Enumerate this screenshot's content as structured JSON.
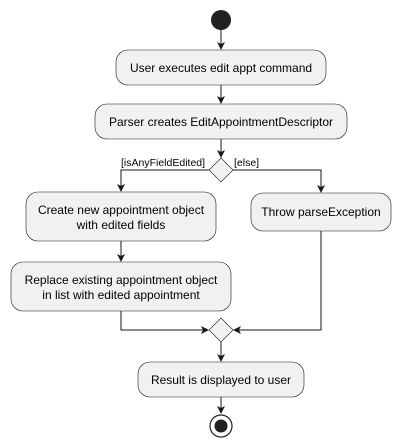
{
  "diagram": {
    "nodes": {
      "user_executes": "User executes edit appt command",
      "parser_creates": "Parser creates EditAppointmentDescriptor",
      "create_new_line1": "Create new appointment object",
      "create_new_line2": "with edited fields",
      "replace_line1": "Replace existing appointment object",
      "replace_line2": "in list with edited appointment",
      "throw_exception": "Throw parseException",
      "result_displayed": "Result is displayed to user"
    },
    "guards": {
      "if_branch": "[isAnyFieldEdited]",
      "else_branch": "[else]"
    },
    "colors": {
      "node_fill": "#f1f1f1",
      "stroke": "#181818",
      "start_end": "#222222"
    }
  }
}
